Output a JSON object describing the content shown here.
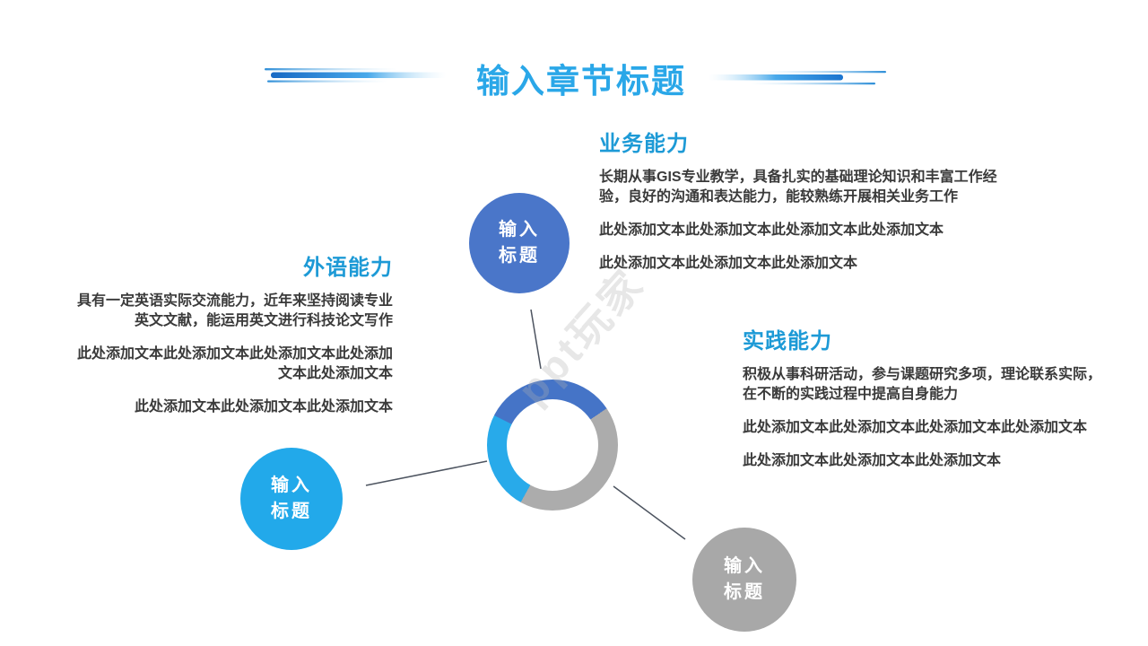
{
  "slide": {
    "title": "输入章节标题",
    "watermark": "ppt玩家"
  },
  "sections": {
    "business": {
      "heading": "业务能力",
      "para1": "长期从事GIS专业教学，具备扎实的基础理论知识和丰富工作经验，良好的沟通和表达能力，能较熟练开展相关业务工作",
      "para2": "此处添加文本此处添加文本此处添加文本此处添加文本",
      "para3": "此处添加文本此处添加文本此处添加文本"
    },
    "language": {
      "heading": "外语能力",
      "para1": "具有一定英语实际交流能力，近年来坚持阅读专业英文文献，能运用英文进行科技论文写作",
      "para2": "此处添加文本此处添加文本此处添加文本此处添加文本此处添加文本",
      "para3": "此处添加文本此处添加文本此处添加文本"
    },
    "practice": {
      "heading": "实践能力",
      "para1": "积极从事科研活动，参与课题研究多项，理论联系实际，在不断的实践过程中提高自身能力",
      "para2": "此处添加文本此处添加文本此处添加文本此处添加文本",
      "para3": "此处添加文本此处添加文本此处添加文本"
    }
  },
  "nodes": [
    {
      "id": "top",
      "line1": "输入",
      "line2": "标题",
      "color": "#4a76c9"
    },
    {
      "id": "left",
      "line1": "输入",
      "line2": "标题",
      "color": "#22a9ea"
    },
    {
      "id": "right",
      "line1": "输入",
      "line2": "标题",
      "color": "#a8a8a8"
    }
  ],
  "donut": {
    "segments": [
      {
        "name": "blue",
        "color": "#4574c7",
        "start_deg": -63,
        "end_deg": 56
      },
      {
        "name": "gray",
        "color": "#acacac",
        "start_deg": 56,
        "end_deg": 209
      },
      {
        "name": "cyan",
        "color": "#28aaea",
        "start_deg": 209,
        "end_deg": 297
      }
    ]
  },
  "colors": {
    "title_blue": "#2aa7e8",
    "heading_blue": "#1d9ad6",
    "body_text": "#3a3a3a",
    "connector_line": "#4d5460",
    "node_blue": "#4a76c9",
    "node_cyan": "#22a9ea",
    "node_gray": "#a8a8a8"
  }
}
